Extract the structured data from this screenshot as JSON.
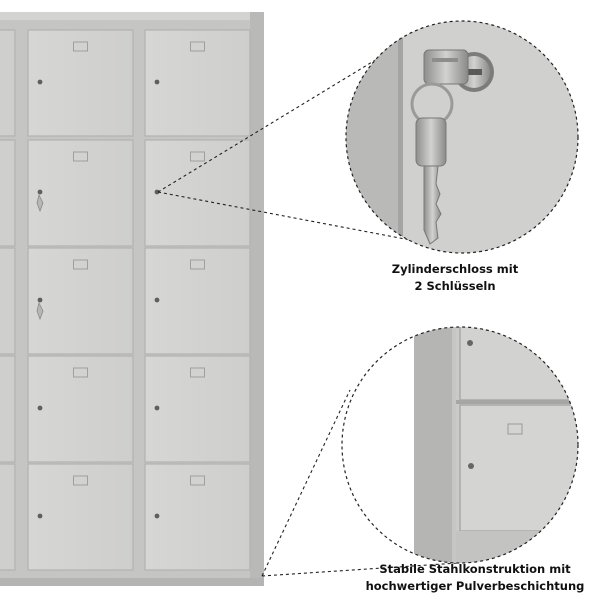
{
  "captions": {
    "lock_line1": "Zylinderschloss mit",
    "lock_line2": "2 Schlüsseln",
    "steel_line1": "Stabile Stahlkonstruktion mit",
    "steel_line2": "hochwertiger Pulverbeschichtung"
  },
  "colors": {
    "cabinet_frame": "#c7c8c6",
    "door": "#d4d5d3",
    "door_edge": "#b2b3b1",
    "key_metal": "#a9aaa8",
    "callout_line": "#222222"
  },
  "locker": {
    "rows": 5,
    "columns_visible": 3
  }
}
